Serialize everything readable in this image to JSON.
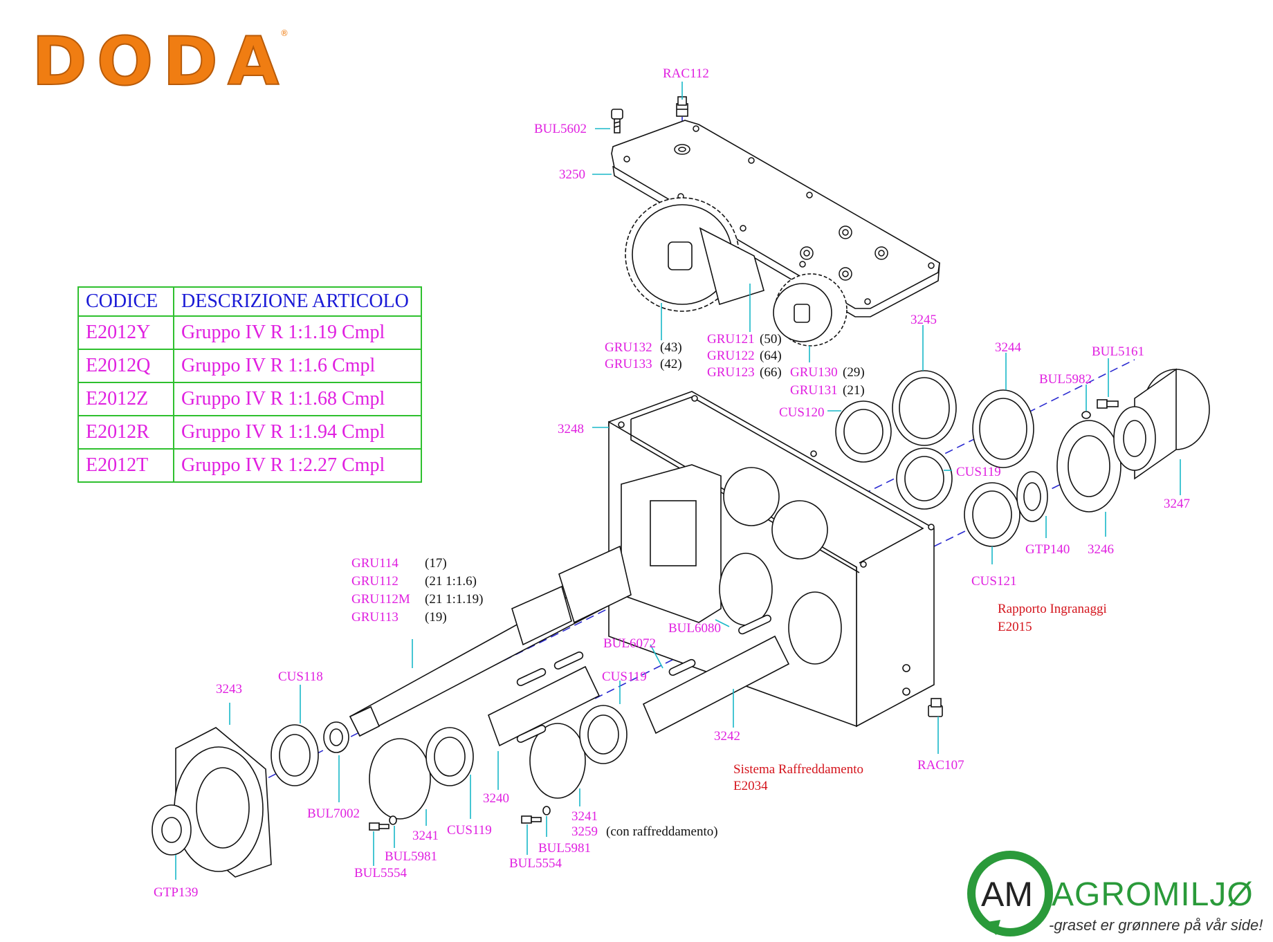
{
  "brand_logo_text": "DODA",
  "table": {
    "headers": [
      "CODICE",
      "DESCRIZIONE ARTICOLO"
    ],
    "rows": [
      [
        "E2012Y",
        "Gruppo IV R 1:1.19 Cmpl"
      ],
      [
        "E2012Q",
        "Gruppo IV R 1:1.6 Cmpl"
      ],
      [
        "E2012Z",
        "Gruppo IV R 1:1.68 Cmpl"
      ],
      [
        "E2012R",
        "Gruppo IV R 1:1.94 Cmpl"
      ],
      [
        "E2012T",
        "Gruppo IV R 1:2.27 Cmpl"
      ]
    ]
  },
  "labels": {
    "rac112": "RAC112",
    "bul5602": "BUL5602",
    "p3250": "3250",
    "gru132": "GRU132",
    "gru132_n": "(43)",
    "gru133": "GRU133",
    "gru133_n": "(42)",
    "gru121": "GRU121",
    "gru121_n": "(50)",
    "gru122": "GRU122",
    "gru122_n": "(64)",
    "gru123": "GRU123",
    "gru123_n": "(66)",
    "gru130": "GRU130",
    "gru130_n": "(29)",
    "gru131": "GRU131",
    "gru131_n": "(21)",
    "p3245": "3245",
    "p3244": "3244",
    "bul5161": "BUL5161",
    "bul5982": "BUL5982",
    "cus120": "CUS120",
    "p3248": "3248",
    "cus119_a": "CUS119",
    "p3247": "3247",
    "gtp140": "GTP140",
    "p3246": "3246",
    "cus121": "CUS121",
    "gru114": "GRU114",
    "gru114_n": "(17)",
    "gru112": "GRU112",
    "gru112_n": "(21 1:1.6)",
    "gru112m": "GRU112M",
    "gru112m_n": "(21 1:1.19)",
    "gru113": "GRU113",
    "gru113_n": "(19)",
    "bul6080": "BUL6080",
    "bul6072": "BUL6072",
    "cus119_b": "CUS119",
    "cus118": "CUS118",
    "p3243": "3243",
    "p3242": "3242",
    "rac107": "RAC107",
    "bul7002": "BUL7002",
    "p3240": "3240",
    "p3241_a": "3241",
    "cus119_c": "CUS119",
    "p3241_b": "3241",
    "p3259": "3259",
    "p3259_n": "(con raffreddamento)",
    "bul5981_a": "BUL5981",
    "bul5554_a": "BUL5554",
    "bul5981_b": "BUL5981",
    "bul5554_b": "BUL5554",
    "gtp139": "GTP139"
  },
  "notes": {
    "ratio_title": "Rapporto Ingranaggi",
    "ratio_code": "E2015",
    "cooling_title": "Sistema Raffreddamento",
    "cooling_code": "E2034"
  },
  "agromiljo": {
    "badge": "AM",
    "word": "AGROMILJØ",
    "tagline": "-graset er grønnere på vår side!"
  },
  "colors": {
    "label": "#e020e0",
    "leader": "#18b8c8",
    "axis": "#2a2ad0",
    "table_border": "#2ec02e",
    "table_header": "#1a1ad6",
    "note_red": "#d4141c",
    "doda_orange": "#f07d12",
    "agromiljo_green": "#2a9a3a"
  }
}
